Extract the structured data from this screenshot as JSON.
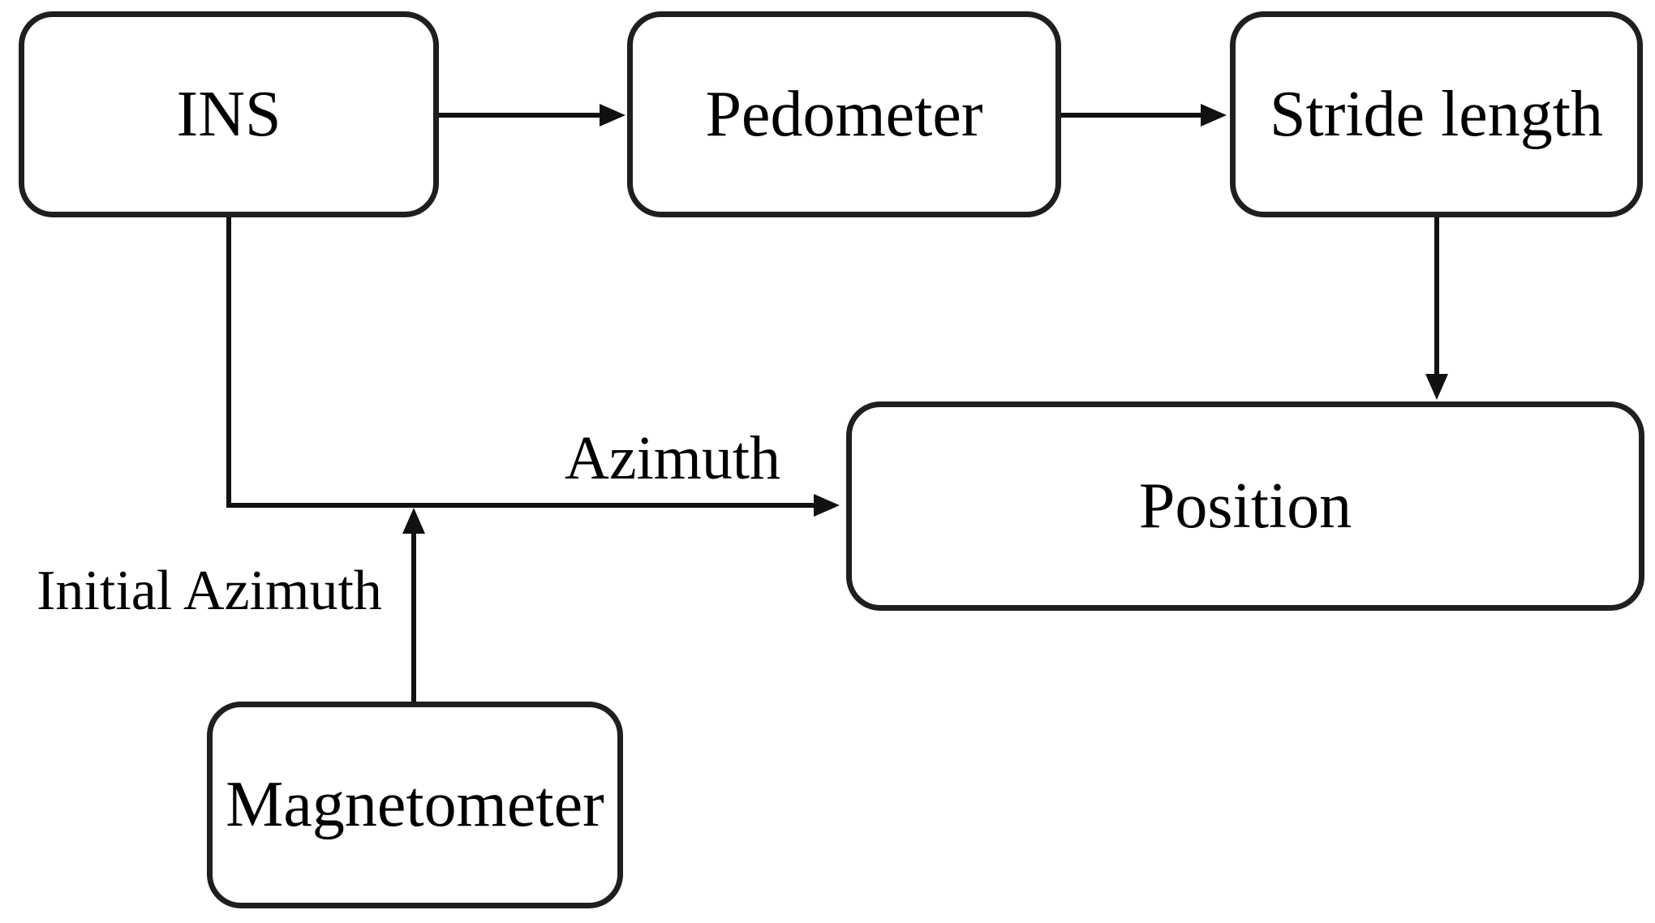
{
  "diagram": {
    "background_color": "#ffffff",
    "stroke_color": "#111111",
    "node_border_color": "#1f1f1f",
    "text_color": "#000000",
    "nodes": [
      {
        "id": "ins",
        "label": "INS"
      },
      {
        "id": "pedometer",
        "label": "Pedometer"
      },
      {
        "id": "stride-length",
        "label": "Stride length"
      },
      {
        "id": "position",
        "label": "Position"
      },
      {
        "id": "magnetometer",
        "label": "Magnetometer"
      }
    ],
    "edges": [
      {
        "from": "ins",
        "to": "pedometer",
        "label": ""
      },
      {
        "from": "pedometer",
        "to": "stride-length",
        "label": ""
      },
      {
        "from": "stride-length",
        "to": "position",
        "label": ""
      },
      {
        "from": "ins",
        "to": "position",
        "label": "Azimuth"
      },
      {
        "from": "magnetometer",
        "to": "ins-position-line",
        "label": "Initial Azimuth"
      }
    ]
  }
}
